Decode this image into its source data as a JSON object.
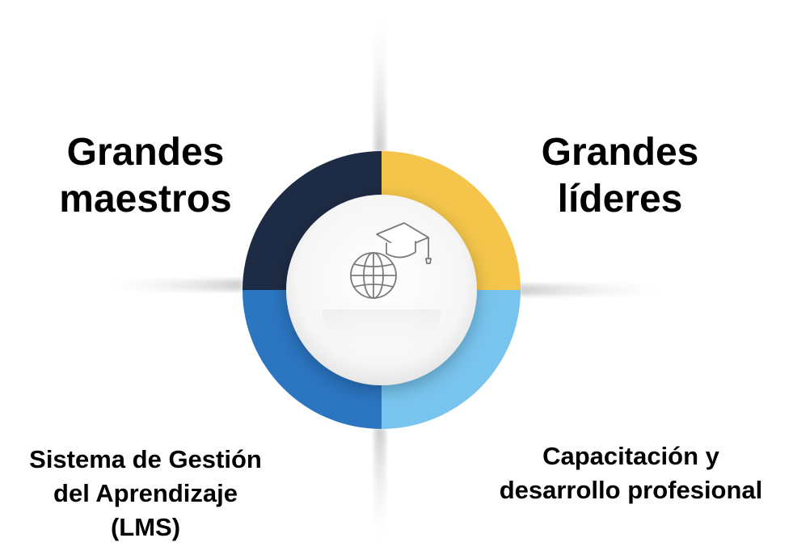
{
  "quadrants": {
    "top_left": {
      "lines": [
        "Grandes",
        "maestros"
      ],
      "color": "#1d2b45"
    },
    "top_right": {
      "lines": [
        "Grandes",
        "líderes"
      ],
      "color": "#f4c54a"
    },
    "bottom_left": {
      "lines": [
        "Sistema de Gestión",
        "del Aprendizaje",
        "(LMS)"
      ],
      "color": "#2b75c1"
    },
    "bottom_right": {
      "lines": [
        "Capacitación y",
        "desarrollo profesional"
      ],
      "color": "#78c4ee"
    }
  },
  "center_icon": "globe-graduation-cap-icon"
}
